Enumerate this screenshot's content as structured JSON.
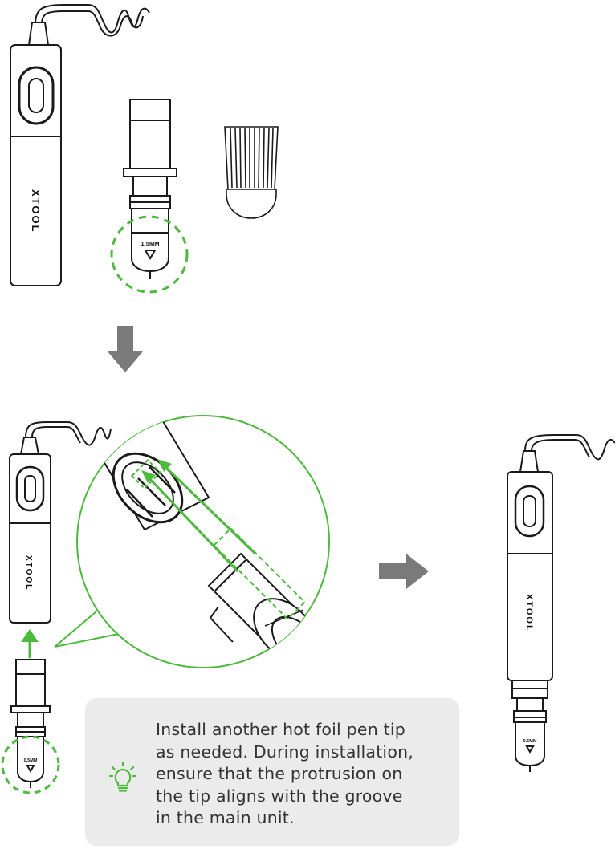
{
  "brand_label": "XTOOL",
  "tip_labels": {
    "large": "1.5MM",
    "small": "0.5MM"
  },
  "note": {
    "lines": [
      "Install another hot foil pen tip",
      "as needed. During installation,",
      "ensure that the protrusion on",
      "the tip aligns with the groove",
      "in the main unit."
    ],
    "icon": "lightbulb-icon"
  },
  "colors": {
    "highlight_green": "#4cba3c",
    "arrow_gray": "#7a7a7a",
    "note_background": "#ebebeb",
    "outline": "#1a1a1a"
  }
}
